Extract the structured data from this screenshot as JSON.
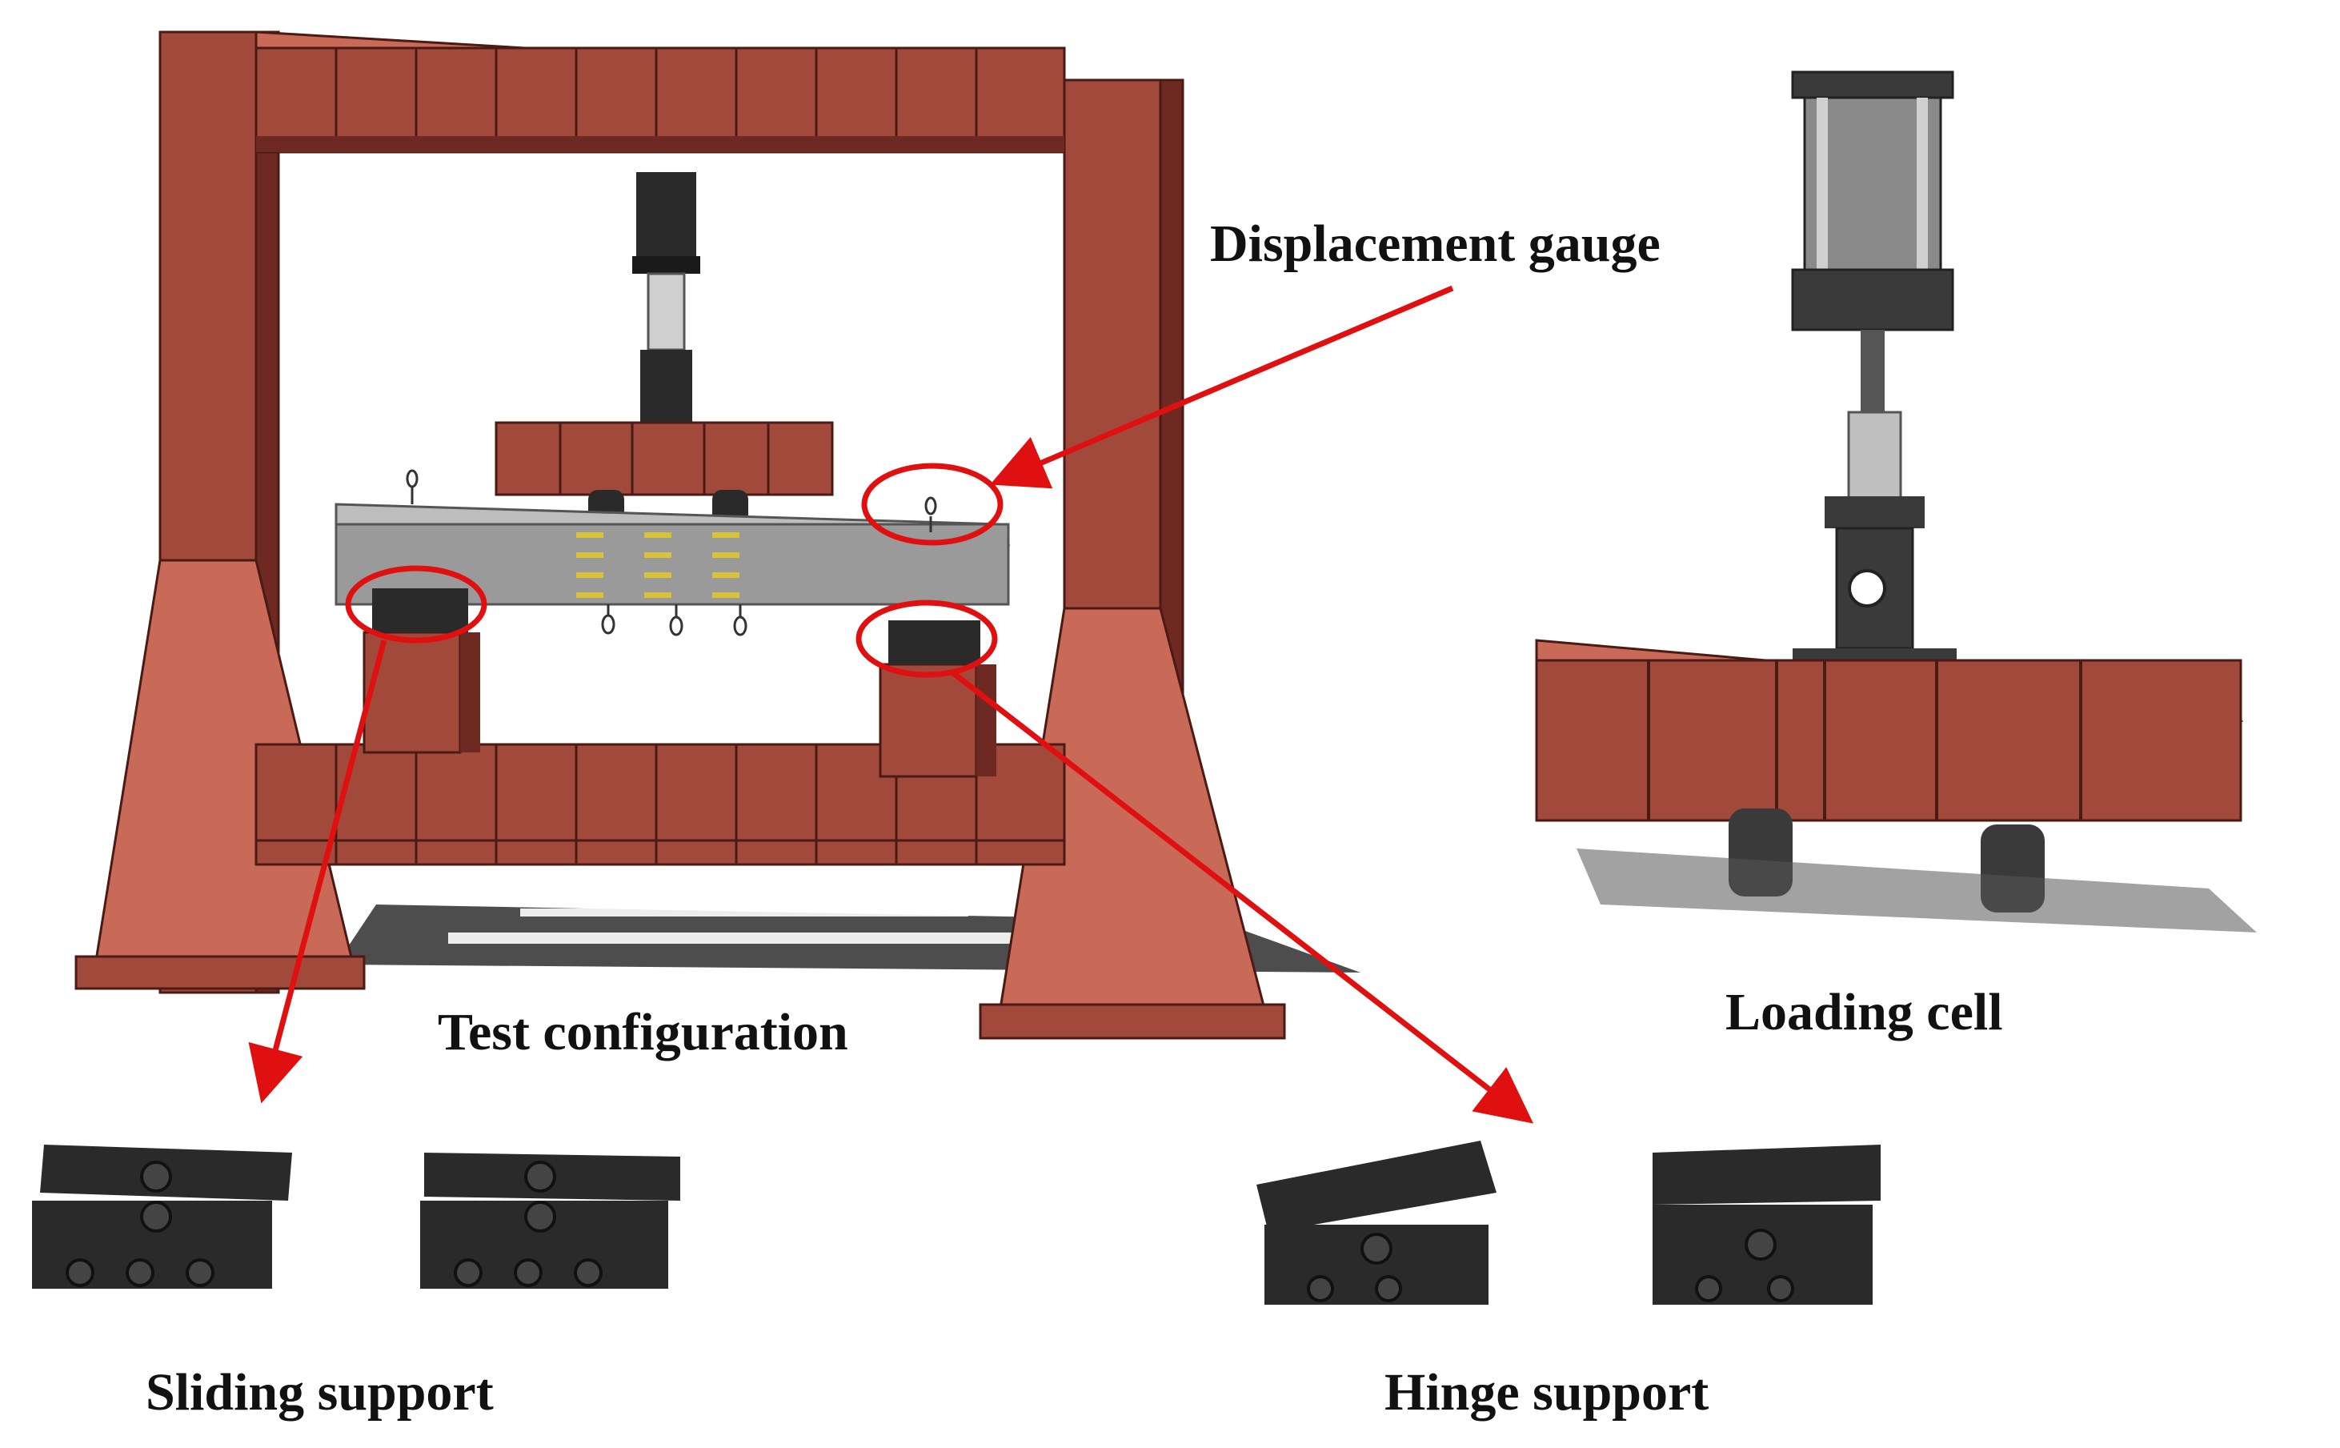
{
  "labels": {
    "displacement_gauge": "Displacement gauge",
    "test_configuration": "Test configuration",
    "loading_cell": "Loading cell",
    "sliding_support": "Sliding support",
    "hinge_support": "Hinge support"
  },
  "colors": {
    "steel_frame": "#a14a3c",
    "steel_frame_dark": "#6e2a22",
    "steel_frame_light": "#c96a58",
    "concrete_beam": "#9a9a9a",
    "support_black": "#2a2a2a",
    "annotation_red": "#e01010",
    "gauge_yellow": "#d8c23a"
  }
}
